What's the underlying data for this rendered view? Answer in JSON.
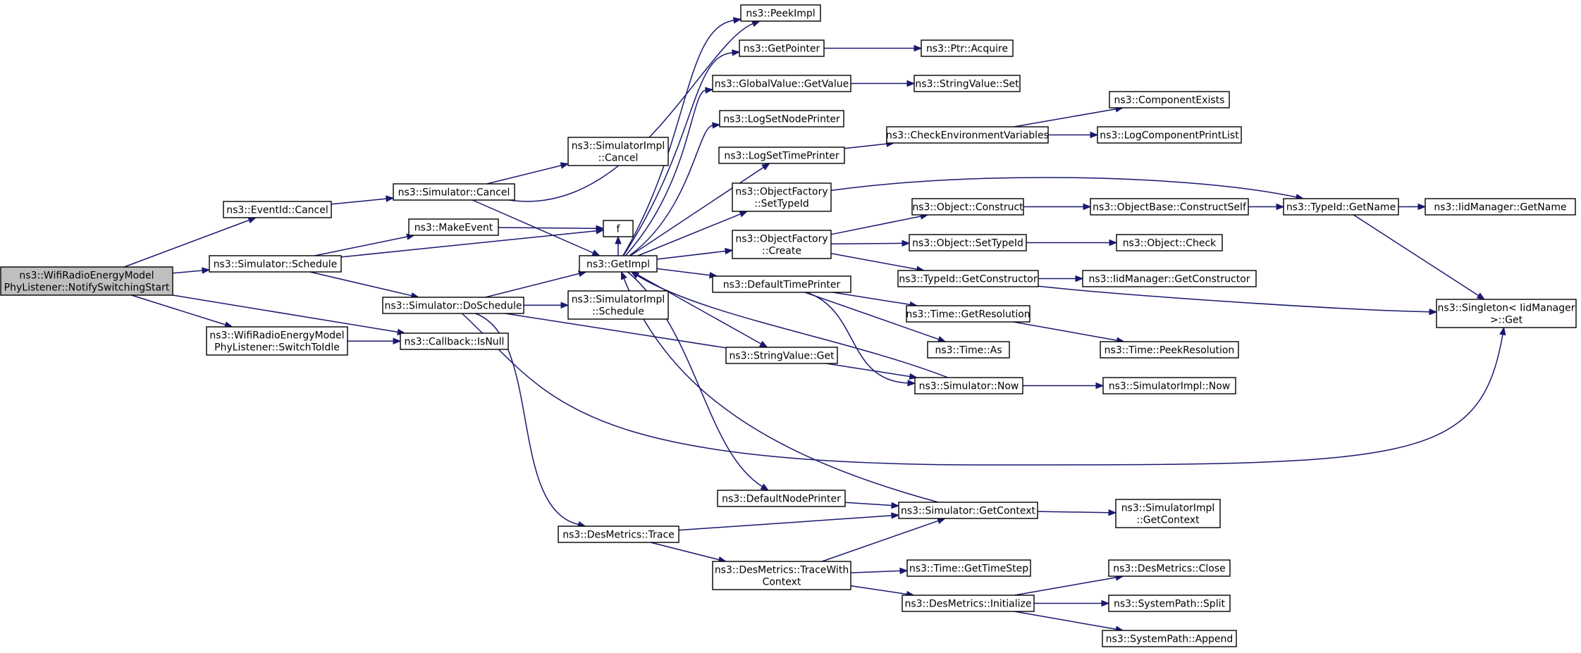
{
  "colors": {
    "edge": "#191970",
    "root_fill": "#bfbfbf",
    "node_fill": "#ffffff",
    "node_border": "#000000",
    "truncated_border": "#ff0000"
  },
  "nodes": [
    {
      "id": "root",
      "lines": [
        "ns3::WifiRadioEnergyModel",
        "PhyListener::NotifySwitchingStart"
      ],
      "style": "root"
    },
    {
      "id": "eventid_cancel",
      "lines": [
        "ns3::EventId::Cancel"
      ]
    },
    {
      "id": "sim_schedule",
      "lines": [
        "ns3::Simulator::Schedule"
      ]
    },
    {
      "id": "switchtoidle",
      "lines": [
        "ns3::WifiRadioEnergyModel",
        "PhyListener::SwitchToIdle"
      ]
    },
    {
      "id": "callback_isnull",
      "lines": [
        "ns3::Callback::IsNull"
      ]
    },
    {
      "id": "sim_cancel",
      "lines": [
        "ns3::Simulator::Cancel"
      ]
    },
    {
      "id": "makeevent",
      "lines": [
        "ns3::MakeEvent"
      ]
    },
    {
      "id": "sim_doschedule",
      "lines": [
        "ns3::Simulator::DoSchedule"
      ]
    },
    {
      "id": "simimpl_cancel",
      "lines": [
        "ns3::SimulatorImpl",
        "::Cancel"
      ]
    },
    {
      "id": "f",
      "lines": [
        "f"
      ]
    },
    {
      "id": "getimpl",
      "lines": [
        "ns3::GetImpl"
      ]
    },
    {
      "id": "simimpl_schedule",
      "lines": [
        "ns3::SimulatorImpl",
        "::Schedule"
      ]
    },
    {
      "id": "desmetrics_trace",
      "lines": [
        "ns3::DesMetrics::Trace"
      ]
    },
    {
      "id": "peekimpl",
      "lines": [
        "ns3::PeekImpl"
      ]
    },
    {
      "id": "getpointer",
      "lines": [
        "ns3::GetPointer"
      ]
    },
    {
      "id": "globalvalue_getvalue",
      "lines": [
        "ns3::GlobalValue::GetValue"
      ]
    },
    {
      "id": "logsetnodeprinter",
      "lines": [
        "ns3::LogSetNodePrinter"
      ]
    },
    {
      "id": "logsettimeprinter",
      "lines": [
        "ns3::LogSetTimePrinter"
      ]
    },
    {
      "id": "objfactory_settypeid",
      "lines": [
        "ns3::ObjectFactory",
        "::SetTypeId"
      ]
    },
    {
      "id": "objfactory_create",
      "lines": [
        "ns3::ObjectFactory",
        "::Create"
      ]
    },
    {
      "id": "defaulttimeprinter",
      "lines": [
        "ns3::DefaultTimePrinter"
      ]
    },
    {
      "id": "stringvalue_get",
      "lines": [
        "ns3::StringValue::Get"
      ]
    },
    {
      "id": "defaultnodeprinter",
      "lines": [
        "ns3::DefaultNodePrinter"
      ]
    },
    {
      "id": "tracewithcontext",
      "lines": [
        "ns3::DesMetrics::TraceWith",
        "Context"
      ]
    },
    {
      "id": "ptr_acquire",
      "lines": [
        "ns3::Ptr::Acquire"
      ]
    },
    {
      "id": "stringvalue_set",
      "lines": [
        "ns3::StringValue::Set"
      ]
    },
    {
      "id": "checkenv",
      "lines": [
        "ns3::CheckEnvironmentVariables"
      ]
    },
    {
      "id": "object_construct",
      "lines": [
        "ns3::Object::Construct"
      ]
    },
    {
      "id": "object_settypeid",
      "lines": [
        "ns3::Object::SetTypeId"
      ]
    },
    {
      "id": "typeid_getconstructor",
      "lines": [
        "ns3::TypeId::GetConstructor"
      ]
    },
    {
      "id": "time_getresolution",
      "lines": [
        "ns3::Time::GetResolution"
      ]
    },
    {
      "id": "time_as",
      "lines": [
        "ns3::Time::As"
      ]
    },
    {
      "id": "sim_now",
      "lines": [
        "ns3::Simulator::Now"
      ]
    },
    {
      "id": "sim_getcontext",
      "lines": [
        "ns3::Simulator::GetContext"
      ]
    },
    {
      "id": "time_gettimestep",
      "lines": [
        "ns3::Time::GetTimeStep"
      ]
    },
    {
      "id": "desmetrics_initialize",
      "lines": [
        "ns3::DesMetrics::Initialize"
      ]
    },
    {
      "id": "componentexists",
      "lines": [
        "ns3::ComponentExists"
      ],
      "style": "truncated"
    },
    {
      "id": "logcomponentprintlist",
      "lines": [
        "ns3::LogComponentPrintList"
      ],
      "style": "truncated"
    },
    {
      "id": "objectbase_constructself",
      "lines": [
        "ns3::ObjectBase::ConstructSelf"
      ],
      "style": "truncated"
    },
    {
      "id": "object_check",
      "lines": [
        "ns3::Object::Check"
      ],
      "style": "truncated"
    },
    {
      "id": "iidmanager_getconstructor",
      "lines": [
        "ns3::IidManager::GetConstructor"
      ],
      "style": "truncated"
    },
    {
      "id": "time_peekresolution",
      "lines": [
        "ns3::Time::PeekResolution"
      ],
      "style": "truncated"
    },
    {
      "id": "simimpl_now",
      "lines": [
        "ns3::SimulatorImpl::Now"
      ]
    },
    {
      "id": "simimpl_getcontext",
      "lines": [
        "ns3::SimulatorImpl",
        "::GetContext"
      ]
    },
    {
      "id": "desmetrics_close",
      "lines": [
        "ns3::DesMetrics::Close"
      ]
    },
    {
      "id": "systempath_split",
      "lines": [
        "ns3::SystemPath::Split"
      ]
    },
    {
      "id": "systempath_append",
      "lines": [
        "ns3::SystemPath::Append"
      ]
    },
    {
      "id": "typeid_getname",
      "lines": [
        "ns3::TypeId::GetName"
      ]
    },
    {
      "id": "iidmanager_getname",
      "lines": [
        "ns3::IidManager::GetName"
      ],
      "style": "truncated"
    },
    {
      "id": "singleton_get",
      "lines": [
        "ns3::Singleton< IidManager",
        ">::Get"
      ]
    }
  ],
  "edges": [
    [
      "root",
      "eventid_cancel"
    ],
    [
      "root",
      "sim_schedule"
    ],
    [
      "root",
      "switchtoidle"
    ],
    [
      "root",
      "callback_isnull"
    ],
    [
      "eventid_cancel",
      "sim_cancel"
    ],
    [
      "sim_schedule",
      "makeevent"
    ],
    [
      "sim_schedule",
      "f"
    ],
    [
      "sim_schedule",
      "sim_doschedule"
    ],
    [
      "switchtoidle",
      "callback_isnull"
    ],
    [
      "sim_cancel",
      "simimpl_cancel"
    ],
    [
      "sim_cancel",
      "getimpl"
    ],
    [
      "sim_cancel",
      "peekimpl"
    ],
    [
      "makeevent",
      "f"
    ],
    [
      "sim_doschedule",
      "getimpl"
    ],
    [
      "sim_doschedule",
      "simimpl_schedule"
    ],
    [
      "sim_doschedule",
      "sim_now"
    ],
    [
      "sim_doschedule",
      "desmetrics_trace"
    ],
    [
      "sim_doschedule",
      "singleton_get"
    ],
    [
      "getimpl",
      "peekimpl"
    ],
    [
      "getimpl",
      "getpointer"
    ],
    [
      "getimpl",
      "globalvalue_getvalue"
    ],
    [
      "getimpl",
      "logsetnodeprinter"
    ],
    [
      "getimpl",
      "logsettimeprinter"
    ],
    [
      "getimpl",
      "objfactory_settypeid"
    ],
    [
      "getimpl",
      "objfactory_create"
    ],
    [
      "getimpl",
      "defaulttimeprinter"
    ],
    [
      "getimpl",
      "stringvalue_get"
    ],
    [
      "getimpl",
      "defaultnodeprinter"
    ],
    [
      "getimpl",
      "f"
    ],
    [
      "getpointer",
      "ptr_acquire"
    ],
    [
      "globalvalue_getvalue",
      "stringvalue_set"
    ],
    [
      "logsettimeprinter",
      "checkenv"
    ],
    [
      "checkenv",
      "componentexists"
    ],
    [
      "checkenv",
      "logcomponentprintlist"
    ],
    [
      "objfactory_settypeid",
      "typeid_getname"
    ],
    [
      "objfactory_create",
      "object_construct"
    ],
    [
      "objfactory_create",
      "object_settypeid"
    ],
    [
      "objfactory_create",
      "typeid_getconstructor"
    ],
    [
      "object_construct",
      "objectbase_constructself"
    ],
    [
      "object_settypeid",
      "object_check"
    ],
    [
      "typeid_getconstructor",
      "iidmanager_getconstructor"
    ],
    [
      "typeid_getconstructor",
      "singleton_get"
    ],
    [
      "objectbase_constructself",
      "typeid_getname"
    ],
    [
      "typeid_getname",
      "iidmanager_getname"
    ],
    [
      "typeid_getname",
      "singleton_get"
    ],
    [
      "defaulttimeprinter",
      "time_getresolution"
    ],
    [
      "defaulttimeprinter",
      "time_as"
    ],
    [
      "defaulttimeprinter",
      "sim_now"
    ],
    [
      "time_getresolution",
      "time_peekresolution"
    ],
    [
      "sim_now",
      "getimpl"
    ],
    [
      "sim_now",
      "simimpl_now"
    ],
    [
      "defaultnodeprinter",
      "sim_getcontext"
    ],
    [
      "sim_getcontext",
      "getimpl"
    ],
    [
      "sim_getcontext",
      "simimpl_getcontext"
    ],
    [
      "desmetrics_trace",
      "sim_getcontext"
    ],
    [
      "desmetrics_trace",
      "tracewithcontext"
    ],
    [
      "tracewithcontext",
      "sim_getcontext"
    ],
    [
      "tracewithcontext",
      "time_gettimestep"
    ],
    [
      "tracewithcontext",
      "desmetrics_initialize"
    ],
    [
      "desmetrics_initialize",
      "desmetrics_close"
    ],
    [
      "desmetrics_initialize",
      "systempath_split"
    ],
    [
      "desmetrics_initialize",
      "systempath_append"
    ]
  ]
}
